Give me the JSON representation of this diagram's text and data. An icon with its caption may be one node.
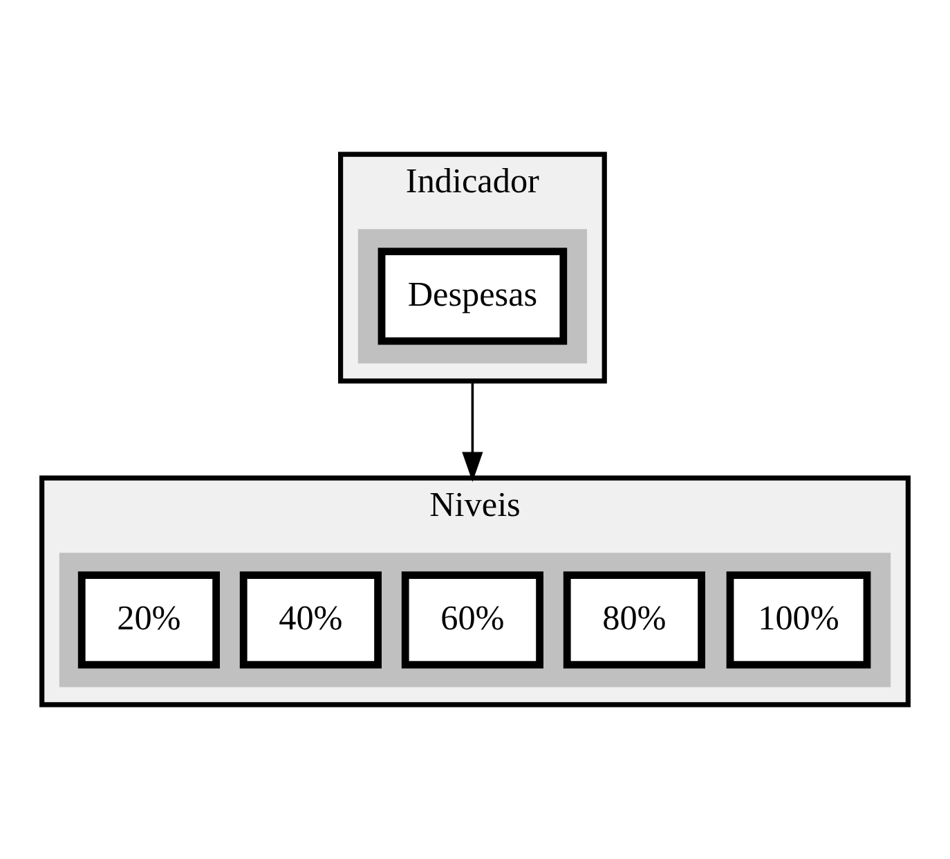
{
  "diagram": {
    "nodes": [
      {
        "text": [
          "Indicador"
        ]
      },
      {
        "text": [],
        "shape": "box",
        "in": 0
      },
      {
        "text": [
          "Despesas"
        ],
        "in": 1
      },
      {
        "text": [
          "Niveis"
        ]
      },
      {
        "text": [],
        "shape": "box",
        "in": 3
      },
      {
        "text": [
          "20%"
        ],
        "in": 4
      },
      {
        "text": [
          "40%"
        ],
        "in": 4
      },
      {
        "text": [
          "60%"
        ],
        "in": 4
      },
      {
        "text": [
          "80%"
        ],
        "in": 4
      },
      {
        "text": [
          "100%"
        ],
        "in": 4
      }
    ],
    "edges": [
      {
        "from": 0,
        "to": 3,
        "arrow": "to"
      }
    ]
  }
}
